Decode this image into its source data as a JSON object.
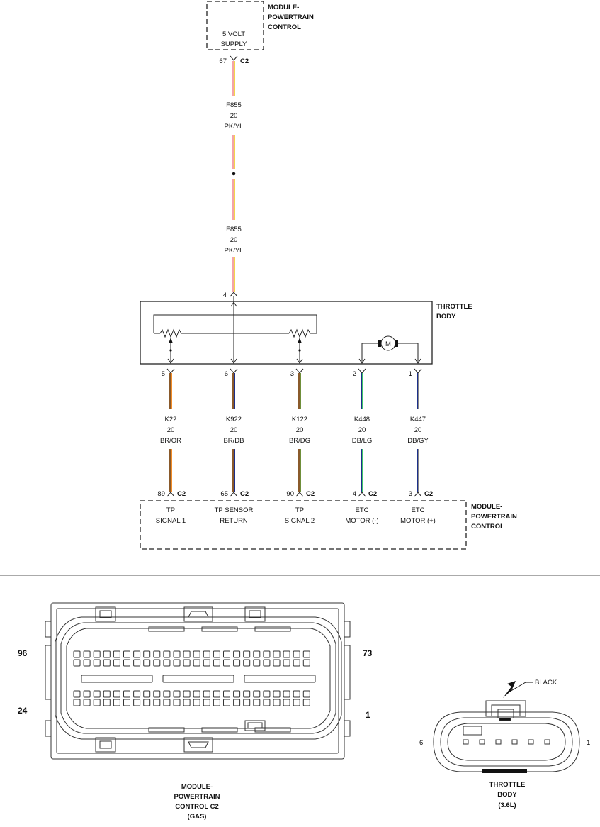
{
  "pcm_top": {
    "title_lines": [
      "MODULE-",
      "POWERTRAIN",
      "CONTROL"
    ],
    "supply_lines": [
      "5 VOLT",
      "SUPPLY"
    ],
    "pin": "67",
    "connector": "C2"
  },
  "supply_wire": {
    "circuit": "F855",
    "gauge": "20",
    "color": "PK/YL",
    "color_hex": [
      "#f4a3a8",
      "#f2d64a"
    ]
  },
  "throttle_body": {
    "title_lines": [
      "THROTTLE",
      "BODY"
    ],
    "supply_pin": "4",
    "motor_label": "M"
  },
  "wires": [
    {
      "tb_pin": "5",
      "circuit": "K22",
      "gauge": "20",
      "color": "BR/OR",
      "pcm_pin": "89",
      "connector": "C2",
      "func_lines": [
        "TP",
        "SIGNAL 1"
      ],
      "color_hex": [
        "#8a5a2b",
        "#f28c28"
      ]
    },
    {
      "tb_pin": "6",
      "circuit": "K922",
      "gauge": "20",
      "color": "BR/DB",
      "pcm_pin": "65",
      "connector": "C2",
      "func_lines": [
        "TP SENSOR",
        "RETURN"
      ],
      "color_hex": [
        "#8a5a2b",
        "#1b2f8a"
      ]
    },
    {
      "tb_pin": "3",
      "circuit": "K122",
      "gauge": "20",
      "color": "BR/DG",
      "pcm_pin": "90",
      "connector": "C2",
      "func_lines": [
        "TP",
        "SIGNAL 2"
      ],
      "color_hex": [
        "#8a5a2b",
        "#6f8f3a"
      ]
    },
    {
      "tb_pin": "2",
      "circuit": "K448",
      "gauge": "20",
      "color": "DB/LG",
      "pcm_pin": "4",
      "connector": "C2",
      "func_lines": [
        "ETC",
        "MOTOR (-)"
      ],
      "color_hex": [
        "#1b2f8a",
        "#3fc46a"
      ]
    },
    {
      "tb_pin": "1",
      "circuit": "K447",
      "gauge": "20",
      "color": "DB/GY",
      "pcm_pin": "3",
      "connector": "C2",
      "func_lines": [
        "ETC",
        "MOTOR (+)"
      ],
      "color_hex": [
        "#1b2f8a",
        "#8a8a8a"
      ]
    }
  ],
  "pcm_bottom": {
    "title_lines": [
      "MODULE-",
      "POWERTRAIN",
      "CONTROL"
    ]
  },
  "connector_views": {
    "pcm_c2": {
      "pin_labels": {
        "top_left": "96",
        "top_right": "73",
        "bottom_left": "24",
        "bottom_right": "1"
      },
      "caption_lines": [
        "MODULE-",
        "POWERTRAIN",
        "CONTROL C2",
        "(GAS)"
      ]
    },
    "throttle_body": {
      "callout": "BLACK",
      "pin_left": "6",
      "pin_right": "1",
      "caption_lines": [
        "THROTTLE",
        "BODY",
        "(3.6L)"
      ]
    }
  }
}
